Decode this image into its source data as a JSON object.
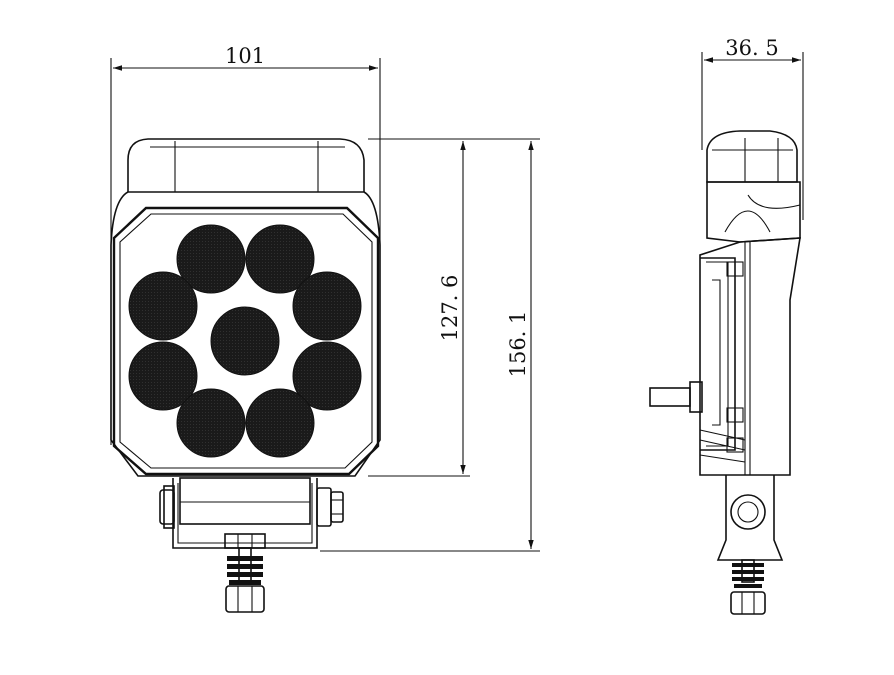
{
  "dimensions": {
    "width": "101",
    "depth": "36. 5",
    "lens_height": "127. 6",
    "overall_height": "156. 1"
  },
  "colors": {
    "line": "#111111",
    "led_fill": "#1a1a1a",
    "background": "#ffffff"
  }
}
